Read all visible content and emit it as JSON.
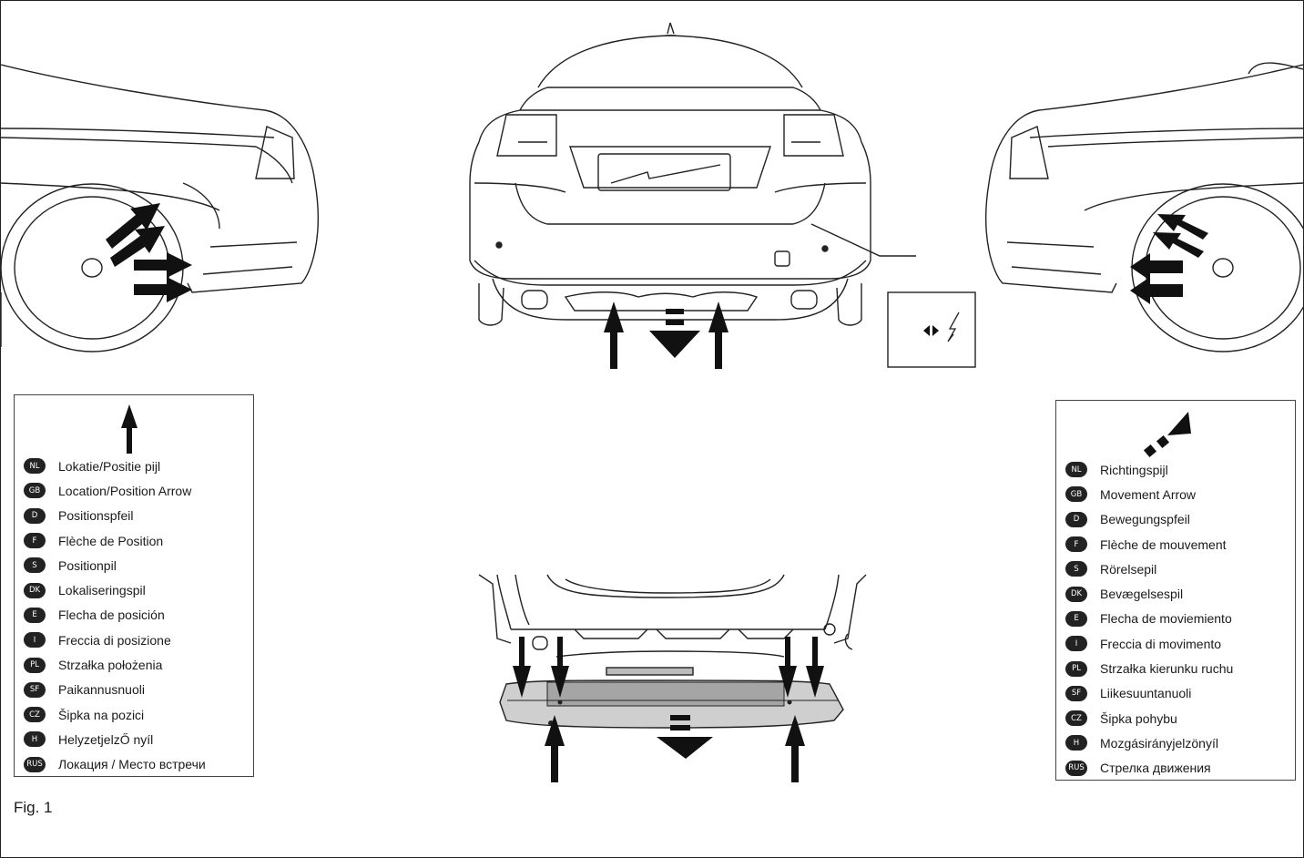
{
  "figure": {
    "caption": "Fig. 1"
  },
  "callout": {
    "symbol": "↔ ⚡"
  },
  "legend_location": {
    "items": [
      {
        "code": "NL",
        "text": "Lokatie/Positie pijl"
      },
      {
        "code": "GB",
        "text": "Location/Position Arrow"
      },
      {
        "code": "D",
        "text": "Positionspfeil"
      },
      {
        "code": "F",
        "text": "Flèche de Position"
      },
      {
        "code": "S",
        "text": "Positionpil"
      },
      {
        "code": "DK",
        "text": "Lokaliseringspil"
      },
      {
        "code": "E",
        "text": "Flecha de posición"
      },
      {
        "code": "I",
        "text": "Freccia di posizione"
      },
      {
        "code": "PL",
        "text": "Strzałka położenia"
      },
      {
        "code": "SF",
        "text": "Paikannusnuoli"
      },
      {
        "code": "CZ",
        "text": "Šipka na pozici"
      },
      {
        "code": "H",
        "text": "HelyzetjelzŐ nyíl"
      },
      {
        "code": "RUS",
        "text": "Локация / Место встречи"
      }
    ]
  },
  "legend_movement": {
    "items": [
      {
        "code": "NL",
        "text": "Richtingspijl"
      },
      {
        "code": "GB",
        "text": "Movement Arrow"
      },
      {
        "code": "D",
        "text": "Bewegungspfeil"
      },
      {
        "code": "F",
        "text": "Flèche de mouvement"
      },
      {
        "code": "S",
        "text": "Rörelsepil"
      },
      {
        "code": "DK",
        "text": "Bevægelsespil"
      },
      {
        "code": "E",
        "text": "Flecha de moviemiento"
      },
      {
        "code": "I",
        "text": "Freccia di movimento"
      },
      {
        "code": "PL",
        "text": "Strzałka kierunku ruchu"
      },
      {
        "code": "SF",
        "text": "Liikesuuntanuoli"
      },
      {
        "code": "CZ",
        "text": "Šipka pohybu"
      },
      {
        "code": "H",
        "text": "Mozgásirányjelzönyíl"
      },
      {
        "code": "RUS",
        "text": "Стрелка движения"
      }
    ]
  }
}
